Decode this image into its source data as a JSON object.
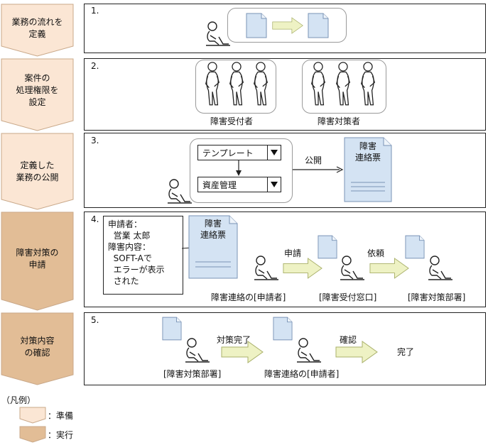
{
  "steps": [
    {
      "number": "1.",
      "label": "業務の流れを\n定義",
      "type": "prep"
    },
    {
      "number": "2.",
      "label": "案件の\n処理権限を\n設定",
      "type": "prep"
    },
    {
      "number": "3.",
      "label": "定義した\n業務の公開",
      "type": "prep"
    },
    {
      "number": "4.",
      "label": "障害対策の\n申請",
      "type": "exec"
    },
    {
      "number": "5.",
      "label": "対策内容\nの確認",
      "type": "exec"
    }
  ],
  "step2": {
    "group1_label": "障害受付者",
    "group2_label": "障害対策者"
  },
  "step3": {
    "dropdown1": "テンプレート",
    "dropdown2": "資産管理",
    "publish_label": "公開",
    "doc_title": "障害\n連絡票"
  },
  "step4": {
    "callout_text": "申請者：\n  営業 太郎\n障害内容：\n  SOFT-Aで\n  エラーが表示\n  された",
    "doc_title": "障害\n連絡票",
    "arrow1_label": "申請",
    "arrow2_label": "依頼",
    "role1": "障害連絡の[申請者]",
    "role2": "[障害受付窓口]",
    "role3": "[障害対策部署]"
  },
  "step5": {
    "arrow1_label": "対策完了",
    "arrow2_label": "確認",
    "end_label": "完了",
    "role1": "[障害対策部署]",
    "role2": "障害連絡の[申請者]"
  },
  "legend": {
    "title": "（凡例）",
    "prep_label": "：準備",
    "exec_label": "：実行"
  },
  "colors": {
    "prep": "#fbe6d4",
    "exec": "#e2bd96",
    "chevron_stroke": "#c9a889",
    "arrow_fill": "#eef2c4",
    "arrow_stroke": "#a9b06a",
    "doc_fill": "#d4e3f3",
    "doc_stroke": "#7a93b6"
  }
}
